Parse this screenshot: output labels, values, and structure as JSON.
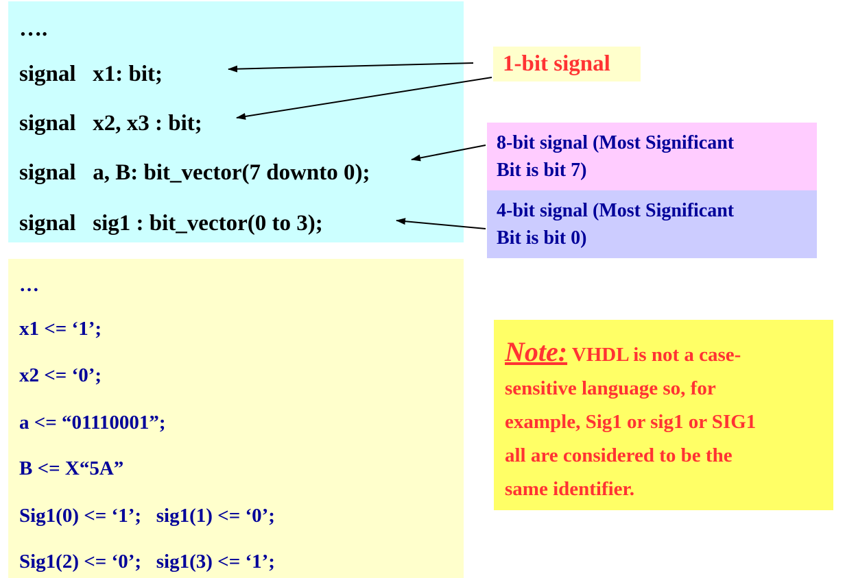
{
  "declarations": {
    "lines": [
      "….",
      "signal   x1: bit;",
      "signal   x2, x3 : bit;",
      "signal   a, B: bit_vector(7 downto 0);",
      "signal   sig1 : bit_vector(0 to 3);"
    ]
  },
  "assignments": {
    "lines": [
      "…",
      "x1 <= ‘1’;",
      "x2 <= ‘0’;",
      "a <= “01110001”;",
      "B <= X“5A”",
      "Sig1(0) <= ‘1’;   sig1(1) <= ‘0’;",
      "Sig1(2) <= ‘0’;   sig1(3) <= ‘1’;"
    ]
  },
  "callouts": {
    "one_bit": "1-bit signal",
    "eight_bit_line1": "8-bit signal  (Most Significant",
    "eight_bit_line2": "Bit is bit 7)",
    "four_bit_line1": "4-bit signal  (Most Significant",
    "four_bit_line2": "Bit is bit 0)"
  },
  "note": {
    "label": "Note:",
    "text_line1": " VHDL is not a case-",
    "text_line2": "sensitive language so,  for",
    "text_line3": "example,  Sig1 or sig1 or SIG1",
    "text_line4": "all are considered to be the",
    "text_line5": "same identifier."
  },
  "colors": {
    "declaration_bg": "#ccffff",
    "assignment_bg": "#ffffcc",
    "note_bg": "#ffff66",
    "eight_bit_bg": "#ffccff",
    "four_bit_bg": "#ccccff",
    "accent_red": "#ff3333",
    "code_blue": "#000099"
  }
}
